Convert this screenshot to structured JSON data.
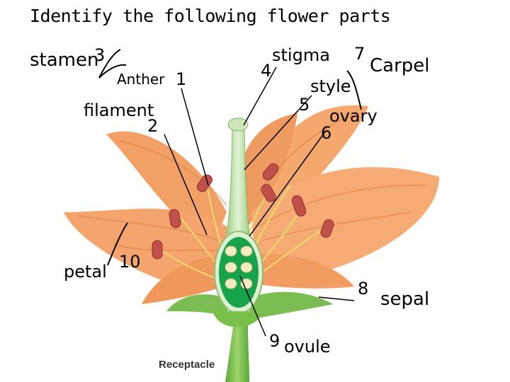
{
  "title": "Identify the following flower parts",
  "labels": {
    "stamen": "stamen",
    "stamen_num": "3",
    "anther": "Anther",
    "anther_num": "1",
    "filament": "filament",
    "filament_num": "2",
    "stigma": "stigma",
    "stigma_num": "4",
    "carpel_num": "7",
    "carpel": "Carpel",
    "style": "style",
    "style_num": "5",
    "ovary": "ovary",
    "ovary_num": "6",
    "petal": "petal",
    "petal_num": "10",
    "sepal_num": "8",
    "sepal": "sepal",
    "ovule_num": "9",
    "ovule": "ovule",
    "receptacle": "Receptacle"
  },
  "colors": {
    "petal": "#f4a46c",
    "petal_vein": "#d97a3c",
    "stem": "#78c04a",
    "anther": "#c0504a",
    "ovary_green": "#17a34a",
    "ovule": "#f3ebc4"
  }
}
